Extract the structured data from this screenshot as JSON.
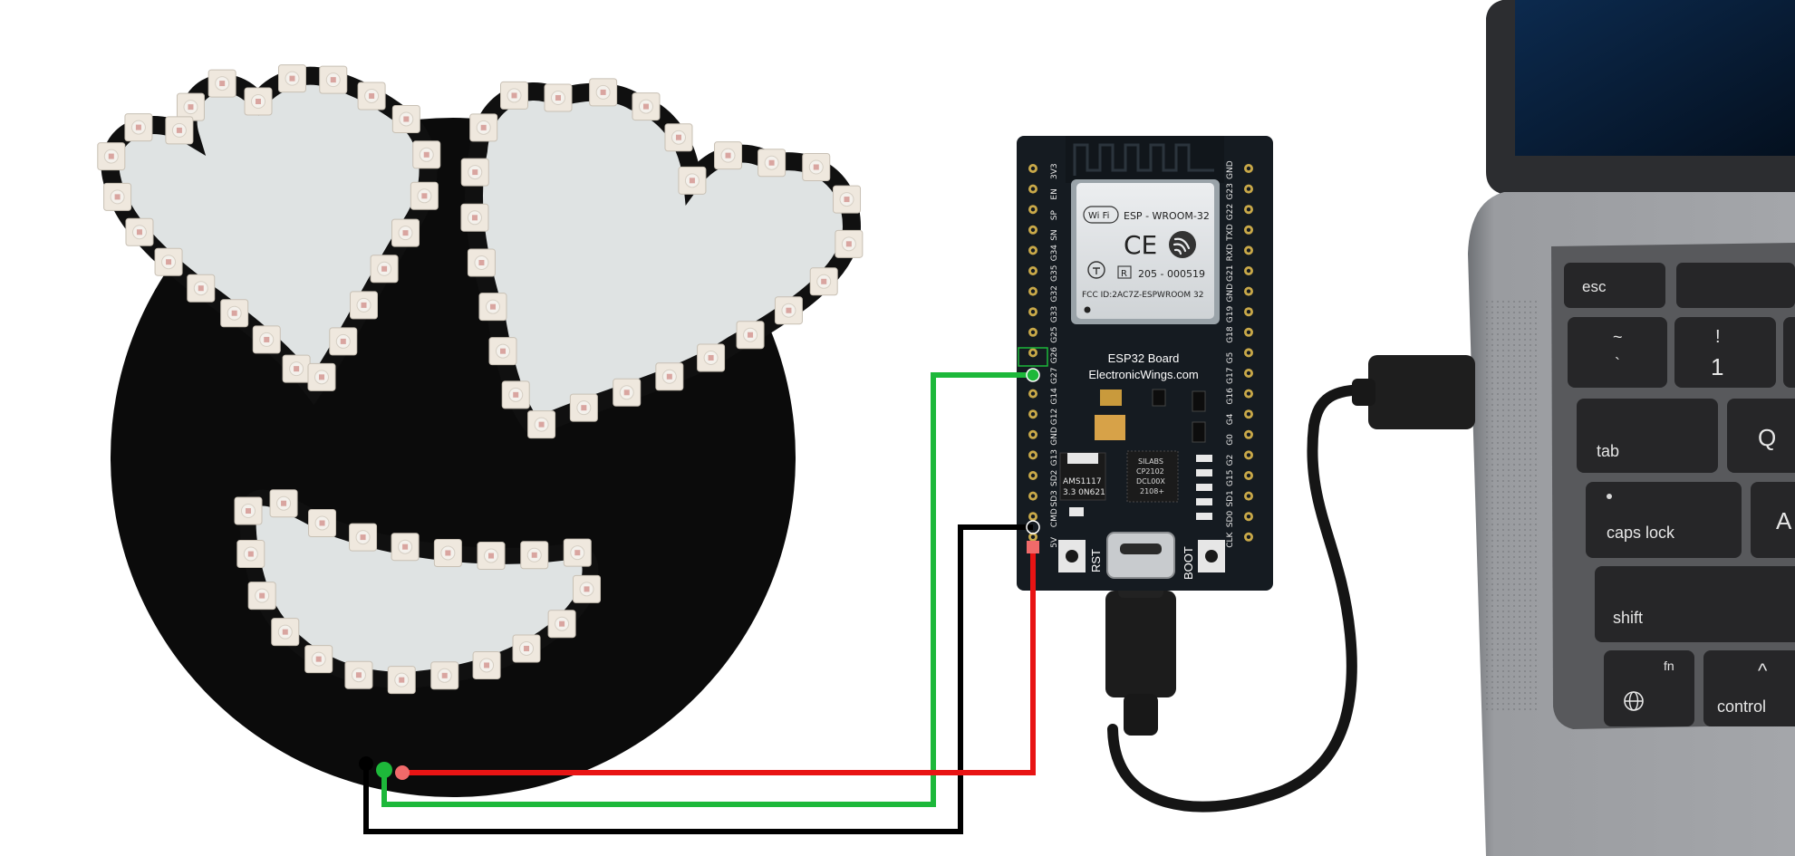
{
  "colors": {
    "wire_data": "#1db83a",
    "wire_power": "#e81414",
    "wire_ground": "#000000",
    "board": "#141a20",
    "face_plate": "#0b0b0b",
    "led_panel": "#dfe3e3",
    "led": "#efe8de",
    "laptop": "#86888c",
    "keyboard": "#2a2a2c"
  },
  "board": {
    "title": "ESP32 Board",
    "website": "ElectronicWings.com",
    "rst_label": "RST",
    "boot_label": "BOOT",
    "left_pins": [
      "3V3",
      "EN",
      "SP",
      "SN",
      "G34",
      "G35",
      "G32",
      "G33",
      "G25",
      "G26",
      "G27",
      "G14",
      "G12",
      "GND",
      "G13",
      "SD2",
      "SD3",
      "CMD",
      "5V"
    ],
    "right_pins": [
      "GND",
      "G23",
      "G22",
      "TXD",
      "RXD",
      "G21",
      "GND",
      "G19",
      "G18",
      "G5",
      "G17",
      "G16",
      "G4",
      "G0",
      "G2",
      "G15",
      "SD1",
      "SD0",
      "CLK"
    ]
  },
  "module": {
    "wifi": "Wi Fi",
    "name": "ESP - WROOM-32",
    "ce": "CE",
    "r_mark": "R",
    "cert": "205 - 000519",
    "fcc": "FCC ID:2AC7Z-ESPWROOM 32"
  },
  "regulator": {
    "line1": "AMS1117",
    "line2": "3.3 0N621"
  },
  "usb_chip": {
    "line1": "SILABS",
    "line2": "CP2102",
    "line3": "DCL00X",
    "line4": "2108+"
  },
  "keyboard": {
    "esc": "esc",
    "tilde_top": "~",
    "tilde_bottom": "`",
    "one_top": "!",
    "one_bottom": "1",
    "tab": "tab",
    "q": "Q",
    "caps": "caps lock",
    "a": "A",
    "shift": "shift",
    "fn": "fn",
    "control": "control",
    "globe_icon": "globe-icon",
    "caret": "^"
  }
}
